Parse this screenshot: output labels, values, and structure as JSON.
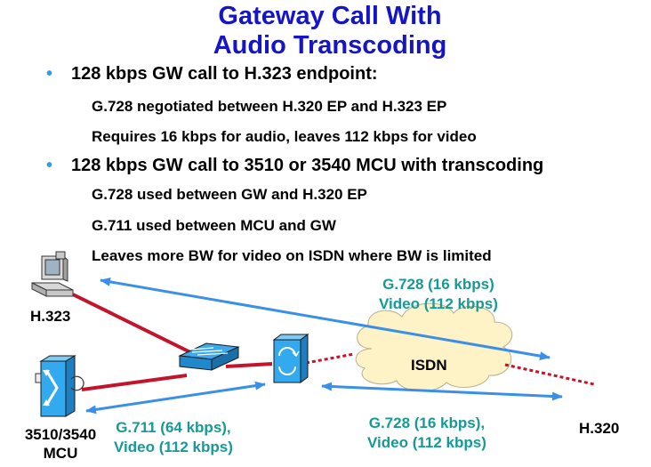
{
  "title": {
    "line1": "Gateway Call With",
    "line2": "Audio Transcoding"
  },
  "bullets": [
    {
      "text": "128 kbps GW call to H.323 endpoint:",
      "subs": [
        "G.728 negotiated between H.320 EP and H.323 EP",
        "Requires 16 kbps for audio, leaves 112 kbps for video"
      ]
    },
    {
      "text": "128 kbps GW call to 3510 or 3540 MCU with transcoding",
      "subs": [
        "G.711 used between MCU and GW",
        "G.728 used between GW and H.320 EP",
        "Leaves more BW for video on ISDN where BW is limited"
      ]
    }
  ],
  "bullet_symbol": "•",
  "diagram": {
    "nodes": {
      "h323": "H.323",
      "mcu_line1": "3510/3540",
      "mcu_line2": "MCU",
      "isdn": "ISDN",
      "h320": "H.320"
    },
    "labels": {
      "top_audio": "G.728 (16 kbps)",
      "top_video": "Video (112 kbps)",
      "left_audio": "G.711 (64 kbps),",
      "left_video": "Video (112 kbps)",
      "right_audio": "G.728 (16 kbps),",
      "right_video": "Video (112 kbps)"
    },
    "colors": {
      "title": "#1515c8",
      "bullet": "#2e9ce6",
      "arrow": "#3a8fe8",
      "link_red": "#c4142c",
      "label_teal": "#159a96",
      "cloud": "#fdf3c6",
      "device_blue": "#33aaf0"
    },
    "icons": [
      "workstation-icon",
      "switch-icon",
      "gateway-icon",
      "mcu-icon",
      "isdn-cloud-icon"
    ]
  }
}
